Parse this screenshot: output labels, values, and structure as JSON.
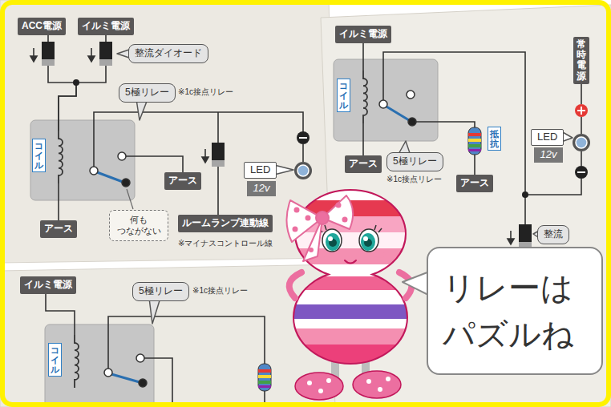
{
  "diagram": {
    "nodes": [
      {
        "text": [
          "ACC電源"
        ]
      },
      {
        "text": [
          "イルミ電源"
        ]
      },
      {
        "text": [
          "整流ダイオード"
        ]
      },
      {
        "text": [
          "5極リレー"
        ]
      },
      {
        "text": [
          "コイル"
        ]
      },
      {
        "text": [
          "アース"
        ]
      },
      {
        "text": [
          "LED"
        ]
      },
      {
        "text": [
          "12v"
        ]
      },
      {
        "text": [
          "何も つながない"
        ]
      },
      {
        "text": [
          "アース"
        ]
      },
      {
        "text": [
          "ルームランプ連動線"
        ]
      },
      {
        "text": [
          "イルミ電源"
        ]
      },
      {
        "text": [
          "コイル"
        ]
      },
      {
        "text": [
          "抵抗"
        ]
      },
      {
        "text": [
          "常時電源"
        ]
      },
      {
        "text": [
          "LED"
        ]
      },
      {
        "text": [
          "12v"
        ]
      },
      {
        "text": [
          "アース"
        ]
      },
      {
        "text": [
          "5極リレー"
        ]
      },
      {
        "text": [
          "アース"
        ]
      },
      {
        "text": [
          "整流"
        ]
      },
      {
        "text": [
          "イルミ電源"
        ]
      },
      {
        "text": [
          "5極リレー"
        ]
      },
      {
        "text": [
          "コイル"
        ]
      },
      {
        "text": [
          "リレーは パズルね"
        ]
      }
    ],
    "edges": [
      {
        "from": 0,
        "to": 4,
        "arrow": "none"
      },
      {
        "from": 1,
        "to": 4,
        "arrow": "none"
      },
      {
        "from": 4,
        "to": 9,
        "arrow": "none"
      },
      {
        "from": 11,
        "to": 12,
        "arrow": "none"
      },
      {
        "from": 12,
        "to": 17,
        "arrow": "none"
      },
      {
        "from": 21,
        "to": 23,
        "arrow": "none"
      }
    ],
    "labels": [
      "※1c接点リレー",
      "※マイナスコントロール線",
      "※1c接点リレー",
      "※1c接点リレー"
    ]
  }
}
